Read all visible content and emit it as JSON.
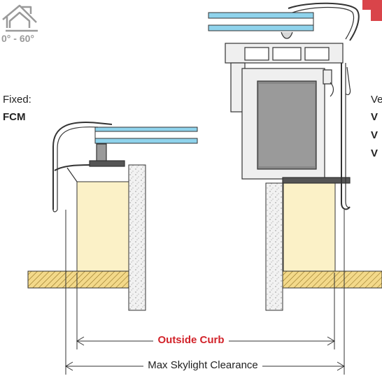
{
  "roof_pitch": {
    "icon": "roof-pitch-icon",
    "range": "0° - 60°"
  },
  "left_unit": {
    "label": "Fixed:",
    "code": "FCM"
  },
  "right_unit": {
    "label": "Ve",
    "codes": [
      "V",
      "V",
      "V"
    ]
  },
  "dimensions": {
    "outside_curb": "Outside Curb",
    "max_clearance": "Max Skylight Clearance"
  },
  "colors": {
    "accent_red": "#d2232a",
    "glass_blue": "#8fd3ec",
    "curb_fill": "#fbf1c7",
    "frame_gray": "#9a9a9a",
    "seal_dark": "#555555"
  }
}
